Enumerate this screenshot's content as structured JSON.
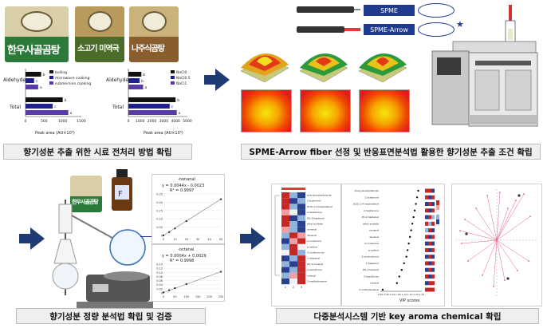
{
  "panel1": {
    "products": [
      {
        "name": "한우사골곰탕",
        "bg": "#d8cfa8",
        "stripe": "#2c7a3a"
      },
      {
        "name": "소고기 미역국",
        "bg": "#b89a5c",
        "stripe": "#4b6b2a"
      },
      {
        "name": "나주식곰탕",
        "bg": "#c9b37a",
        "stripe": "#8a5d2e"
      }
    ],
    "chart_left": {
      "type": "bar",
      "categories": [
        "Aldehydes",
        "Total"
      ],
      "series": [
        {
          "name": "boiling",
          "values": [
            420,
            1000
          ]
        },
        {
          "name": "microwave cooking",
          "values": [
            230,
            730
          ]
        },
        {
          "name": "submersion cooking",
          "values": [
            340,
            1150
          ]
        }
      ],
      "xlabel": "Peak area (AU×10⁵)",
      "ticks": [
        "0",
        "500",
        "1000",
        "1500"
      ],
      "xlim": [
        0,
        1500
      ],
      "sig": [
        "b",
        "c",
        "a",
        "b",
        "c",
        "a"
      ]
    },
    "chart_right": {
      "type": "bar",
      "categories": [
        "Aldehydes",
        "Total"
      ],
      "series": [
        {
          "name": "NaCl0",
          "values": [
            1100,
            4000
          ]
        },
        {
          "name": "NaCl0.5",
          "values": [
            950,
            3500
          ]
        },
        {
          "name": "NaCl1",
          "values": [
            1250,
            4100
          ]
        }
      ],
      "xlabel": "Peak area (AU×10⁵)",
      "ticks": [
        "0",
        "1000",
        "2000",
        "3000",
        "4000",
        "5000"
      ],
      "xlim": [
        0,
        5000
      ],
      "sig": [
        "b",
        "b",
        "a",
        "b",
        "c",
        "a"
      ]
    },
    "caption": "향기성분 추출 위한 시료 전처리 방법 확립"
  },
  "panel2": {
    "fibers": [
      {
        "label": "SPME",
        "color": "#1f3b8f"
      },
      {
        "label": "SPME-Arrow",
        "color": "#1f3b8f"
      }
    ],
    "star": "★",
    "caption": "SPME-Arrow fiber 선정 및 반응표면분석법 활용한 향기성분 추출 조건 확립"
  },
  "panel3": {
    "chart_nonanal": {
      "type": "line",
      "title": "-nonanal",
      "equation": "y = 0.0044x - 0.0023",
      "r2": "R² = 0.9997",
      "x": [
        0,
        5,
        10,
        20,
        50
      ],
      "y": [
        0.0,
        0.02,
        0.042,
        0.086,
        0.218
      ],
      "xticks": [
        "0",
        "10",
        "20",
        "30",
        "40",
        "50"
      ],
      "yticks": [
        "0.25",
        "0.20",
        "0.15",
        "0.10",
        "0.05",
        "0"
      ],
      "xlim": [
        0,
        50
      ],
      "ylim": [
        0,
        0.25
      ]
    },
    "chart_octanal": {
      "type": "line",
      "title": "-octanal",
      "equation": "y = 0.0004x + 0.0029",
      "r2": "R² = 0.9998",
      "x": [
        0,
        25,
        50,
        100,
        250
      ],
      "y": [
        0.002,
        0.013,
        0.023,
        0.043,
        0.103
      ],
      "xticks": [
        "0",
        "50",
        "100",
        "150",
        "200",
        "250"
      ],
      "yticks": [
        "0.14",
        "0.12",
        "0.10",
        "0.08",
        "0.06",
        "0.04",
        "0.02",
        "0"
      ],
      "xlim": [
        0,
        250
      ],
      "ylim": [
        0,
        0.14
      ]
    },
    "caption": "향기성분 정량 분석법 확립 및 검증"
  },
  "panel4": {
    "compounds": [
      "phenylacetaldehyde",
      "2-butanone",
      "(E,E)-2,4-heptadienal",
      "2-heptanone",
      "(E)-2-heptenal",
      "ethyl acetate",
      "nonanal",
      "decanal",
      "2-nonanone",
      "p-xylene",
      "2-undecanone",
      "1-heptanol",
      "(E)-2-hexenal",
      "2-hexylfuran",
      "octanal",
      "2-methylbutanal"
    ],
    "vip": [
      1.22,
      1.21,
      1.2,
      1.19,
      1.18,
      1.17,
      1.16,
      1.15,
      1.14,
      1.13,
      1.12,
      1.1,
      1.08,
      1.06,
      1.04,
      0.92
    ],
    "vip_ticks": [
      "0.90",
      "0.95",
      "1.00",
      "1.05",
      "1.10",
      "1.15",
      "1.20",
      "1.25"
    ],
    "vip_label": "VIP scores",
    "heat_cols": [
      "1",
      "2",
      "3"
    ],
    "caption": "다중분석시스템 기반 key aroma chemical 확립"
  }
}
